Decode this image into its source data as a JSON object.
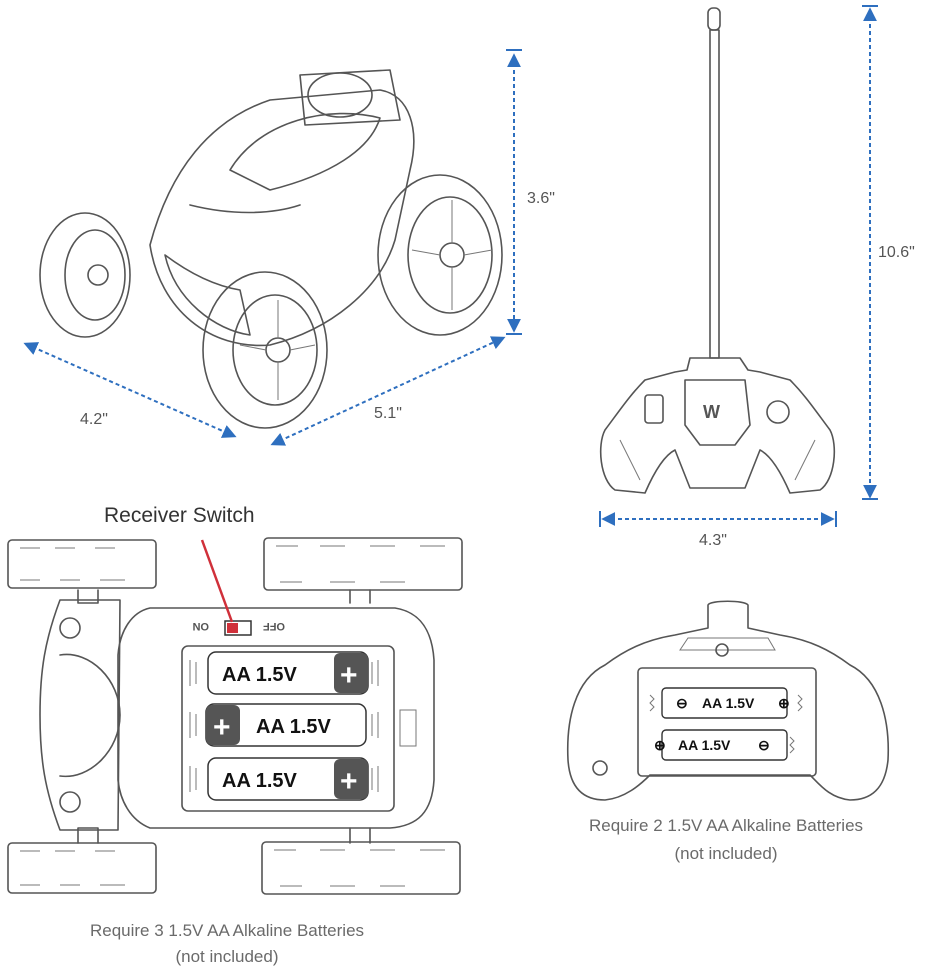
{
  "dimensions": {
    "car_height": "3.6\"",
    "car_width": "4.2\"",
    "car_length": "5.1\"",
    "remote_height": "10.6\"",
    "remote_width": "4.3\""
  },
  "car_bottom": {
    "receiver_switch_label": "Receiver Switch",
    "switch_on": "ON",
    "switch_off": "OFF",
    "batteries": [
      {
        "label": "AA 1.5V",
        "sign": "+"
      },
      {
        "label": "AA 1.5V",
        "sign": "+"
      },
      {
        "label": "AA 1.5V",
        "sign": "+"
      }
    ],
    "caption_line1": "Require 3 1.5V AA Alkaline Batteries",
    "caption_line2": "(not included)"
  },
  "remote_back": {
    "logo": "W",
    "batteries": [
      {
        "label": "AA 1.5V",
        "left_sign": "⊖",
        "right_sign": "⊕"
      },
      {
        "label": "AA 1.5V",
        "left_sign": "⊕",
        "right_sign": "⊖"
      }
    ],
    "caption_line1": "Require 2 1.5V AA Alkaline Batteries",
    "caption_line2": "(not included)"
  },
  "colors": {
    "dimension_arrow": "#2e6fbf",
    "switch_pointer": "#d0303a",
    "battery_terminal": "#555555"
  }
}
